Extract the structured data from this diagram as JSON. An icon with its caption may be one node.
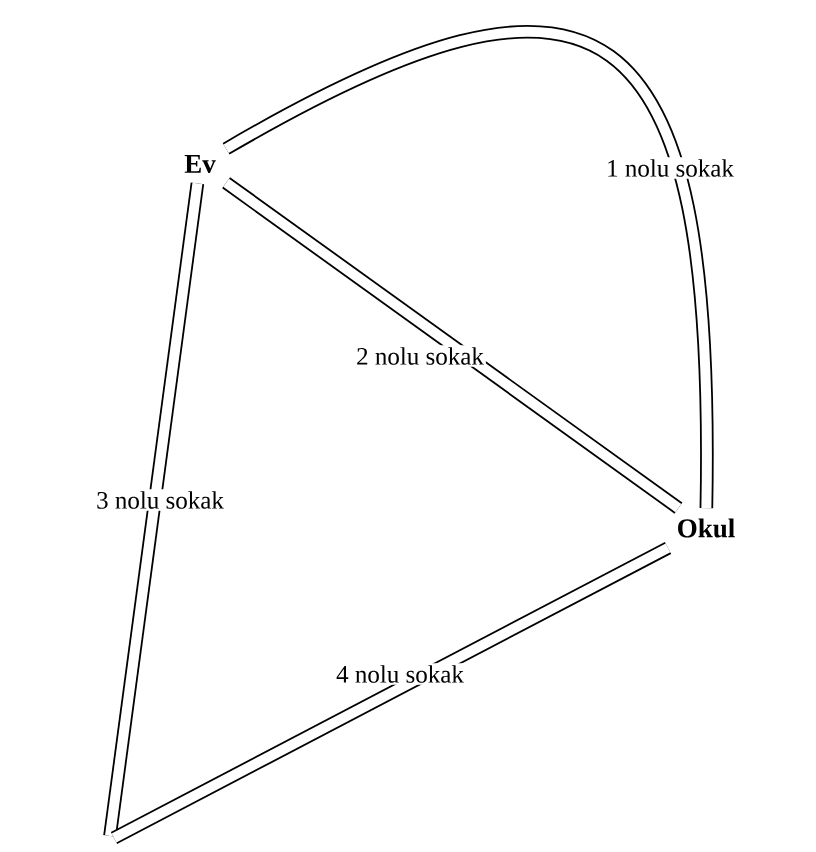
{
  "diagram": {
    "nodes": [
      {
        "text": [
          "**Ev**"
        ]
      },
      {
        "text": [
          "**Okul**"
        ]
      }
    ],
    "edges": [
      {
        "from": 0,
        "to": 1,
        "arrow": "none",
        "label": "1 nolu sokak"
      },
      {
        "from": 0,
        "to": 1,
        "arrow": "none",
        "label": "2 nolu sokak"
      },
      {
        "from": 0,
        "to": null,
        "arrow": "none",
        "label": "3 nolu sokak"
      },
      {
        "from": null,
        "to": 1,
        "arrow": "none",
        "label": "4 nolu sokak"
      }
    ]
  }
}
